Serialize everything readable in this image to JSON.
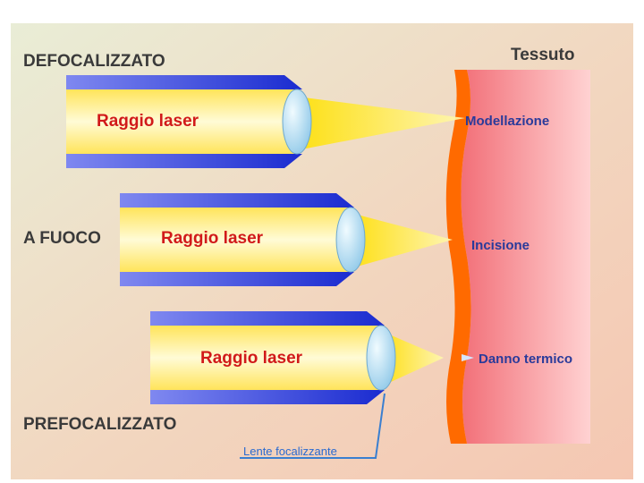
{
  "colors": {
    "beam_blue": "#1f2fd6",
    "beam_yellow": "#ffd400",
    "tissue_edge": "#ff6a00",
    "tissue_body": "#f7a3a8",
    "label_blue": "#2a3a9a",
    "text_dark": "#3a3a3a"
  },
  "modes": {
    "defocused": "DEFOCALIZZATO",
    "focused": "A FUOCO",
    "prefocused": "PREFOCALIZZATO"
  },
  "tissue_label": "Tessuto",
  "beams": [
    {
      "label": "Raggio laser",
      "effect": "Modellazione"
    },
    {
      "label": "Raggio laser",
      "effect": "Incisione"
    },
    {
      "label": "Raggio laser",
      "effect": "Danno termico"
    }
  ],
  "lens_label": "Lente focalizzante"
}
